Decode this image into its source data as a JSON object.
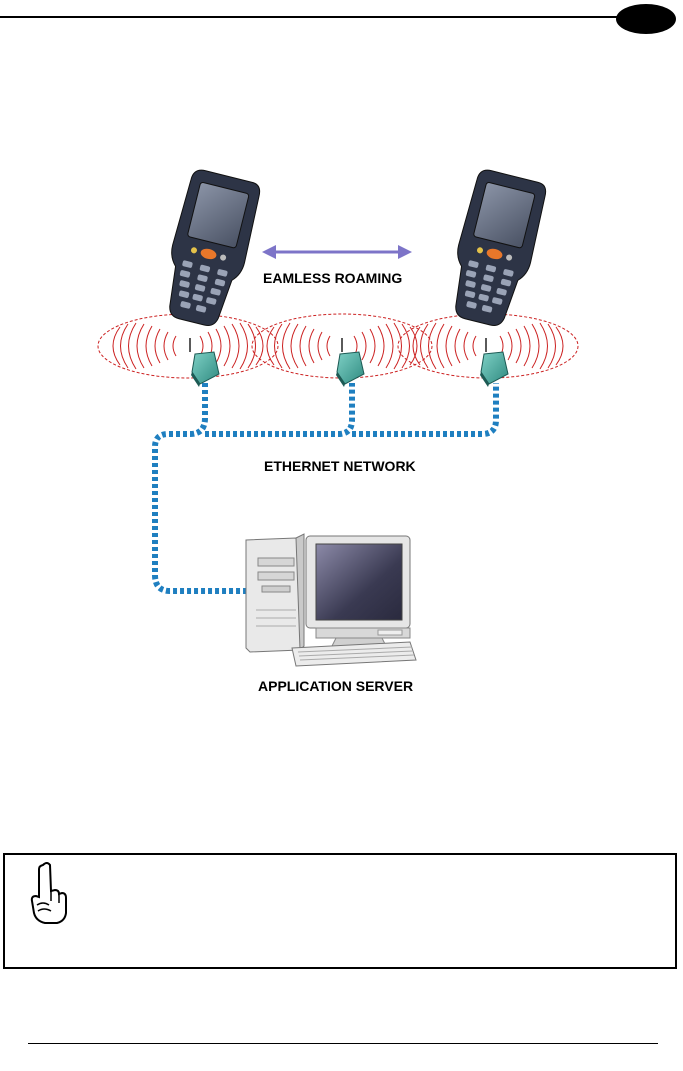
{
  "labels": {
    "roaming": "EAMLESS ROAMING",
    "network": "ETHERNET NETWORK",
    "server": "APPLICATION SERVER"
  },
  "icons": {
    "device": "handheld-terminal-icon",
    "access_point": "access-point-icon",
    "server": "desktop-computer-icon",
    "note": "pointing-hand-icon"
  },
  "colors": {
    "ethernet": "#1f7fc0",
    "radio_waves": "#cc2222",
    "roaming_arrow": "#7d74c8",
    "access_point": "#3fa59a"
  }
}
